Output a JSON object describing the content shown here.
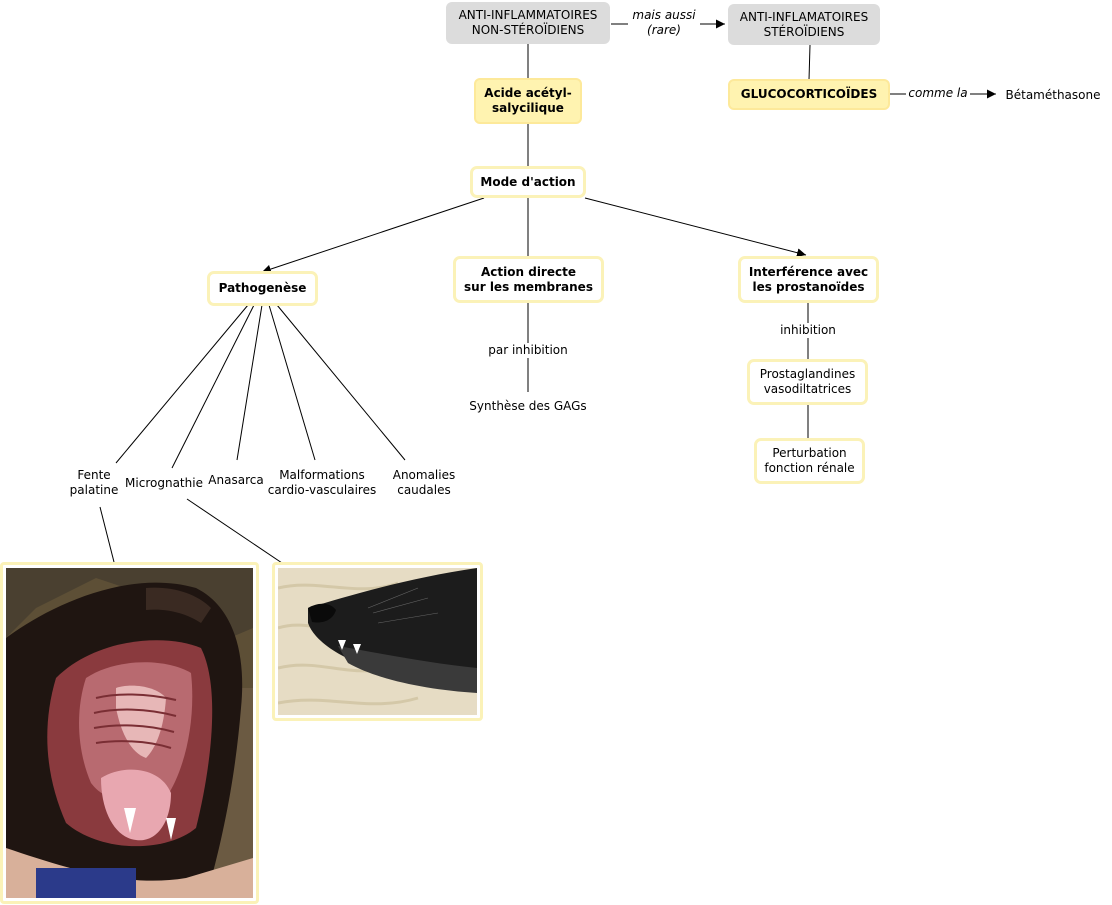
{
  "nodes": {
    "ains": "ANTI-INFLAMMATOIRES\nNON-STÉROÏDIENS",
    "ais": "ANTI-INFLAMATOIRES\nSTÉROÏDIENS",
    "aspirin": "Acide acétyl-\nsalycilique",
    "gluco": "GLUCOCORTICOÏDES",
    "beta": "Bétaméthasone",
    "mode": "Mode d'action",
    "patho": "Pathogenèse",
    "membranes": "Action directe\nsur les membranes",
    "interf": "Interférence avec\nles prostanoïdes",
    "gags": "Synthèse des GAGs",
    "prosta": "Prostaglandines\nvasodiltatrices",
    "rein": "Perturbation\nfonction rénale",
    "fente": "Fente\npalatine",
    "micro": "Micrognathie",
    "anasarca": "Anasarca",
    "malfo": "Malformations\ncardio-vasculaires",
    "anomalies": "Anomalies\ncaudales"
  },
  "links": {
    "mais_aussi": "mais aussi\n(rare)",
    "comme_la": "comme la",
    "par_inhibition": "par inhibition",
    "inhibition": "inhibition"
  },
  "images": {
    "fente_photo": "dog-open-mouth-cleft-palate-photo",
    "micro_photo": "dog-snout-micrognathia-photo"
  },
  "colors": {
    "grey_node": "#dcdcdc",
    "yellow_node": "#fff3b0",
    "outline": "#fbf2b8"
  }
}
